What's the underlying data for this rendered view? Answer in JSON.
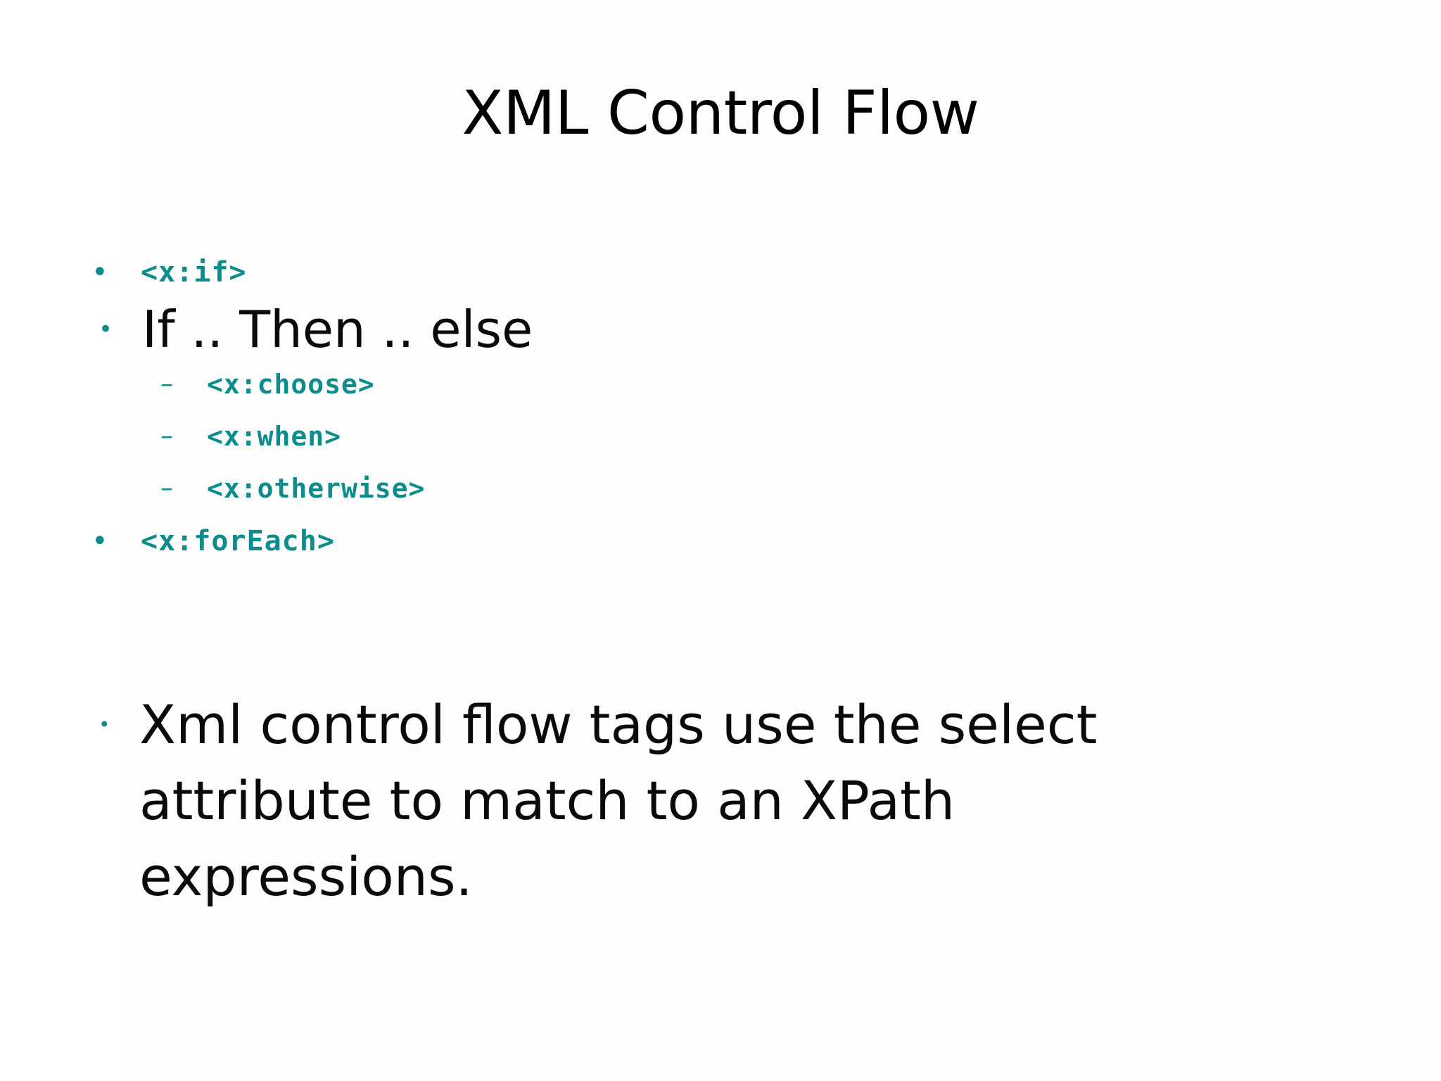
{
  "slide": {
    "background_color": "#ffffff",
    "accent_color": "#0d8c8c",
    "text_color": "#0a0a0a",
    "title": "XML Control Flow",
    "bullets": [
      {
        "level": 1,
        "marker": "•",
        "style": "code",
        "text": "<x:if>"
      },
      {
        "level": 1,
        "marker": "•",
        "style": "plain",
        "text": "If .. Then .. else"
      },
      {
        "level": 2,
        "marker": "–",
        "style": "code",
        "text": "<x:choose>"
      },
      {
        "level": 2,
        "marker": "–",
        "style": "code",
        "text": "<x:when>"
      },
      {
        "level": 2,
        "marker": "–",
        "style": "code",
        "text": "<x:otherwise>"
      },
      {
        "level": 1,
        "marker": "•",
        "style": "code",
        "text": "<x:forEach>"
      },
      {
        "level": 1,
        "marker": "•",
        "style": "paragraph",
        "text": "Xml control flow tags use the select attribute to match to an XPath expressions."
      }
    ]
  }
}
